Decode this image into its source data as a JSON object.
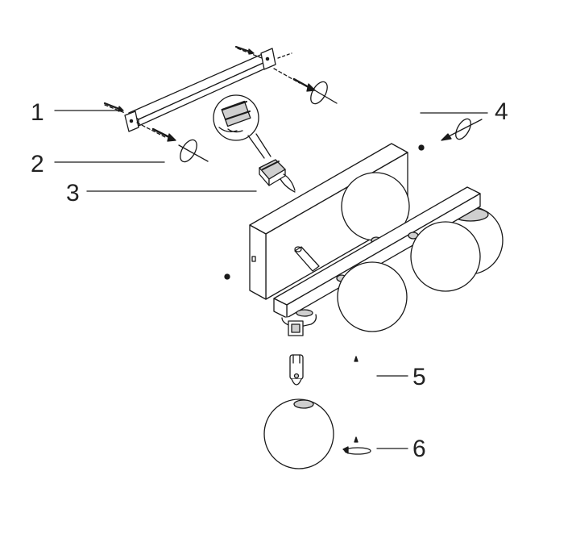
{
  "callouts": [
    {
      "number": "1"
    },
    {
      "number": "2"
    },
    {
      "number": "3"
    },
    {
      "number": "4"
    },
    {
      "number": "5"
    },
    {
      "number": "6"
    }
  ],
  "colors": {
    "line": "#1a1a1a",
    "fill": "#ffffff",
    "shade": "#cfcfcf"
  }
}
